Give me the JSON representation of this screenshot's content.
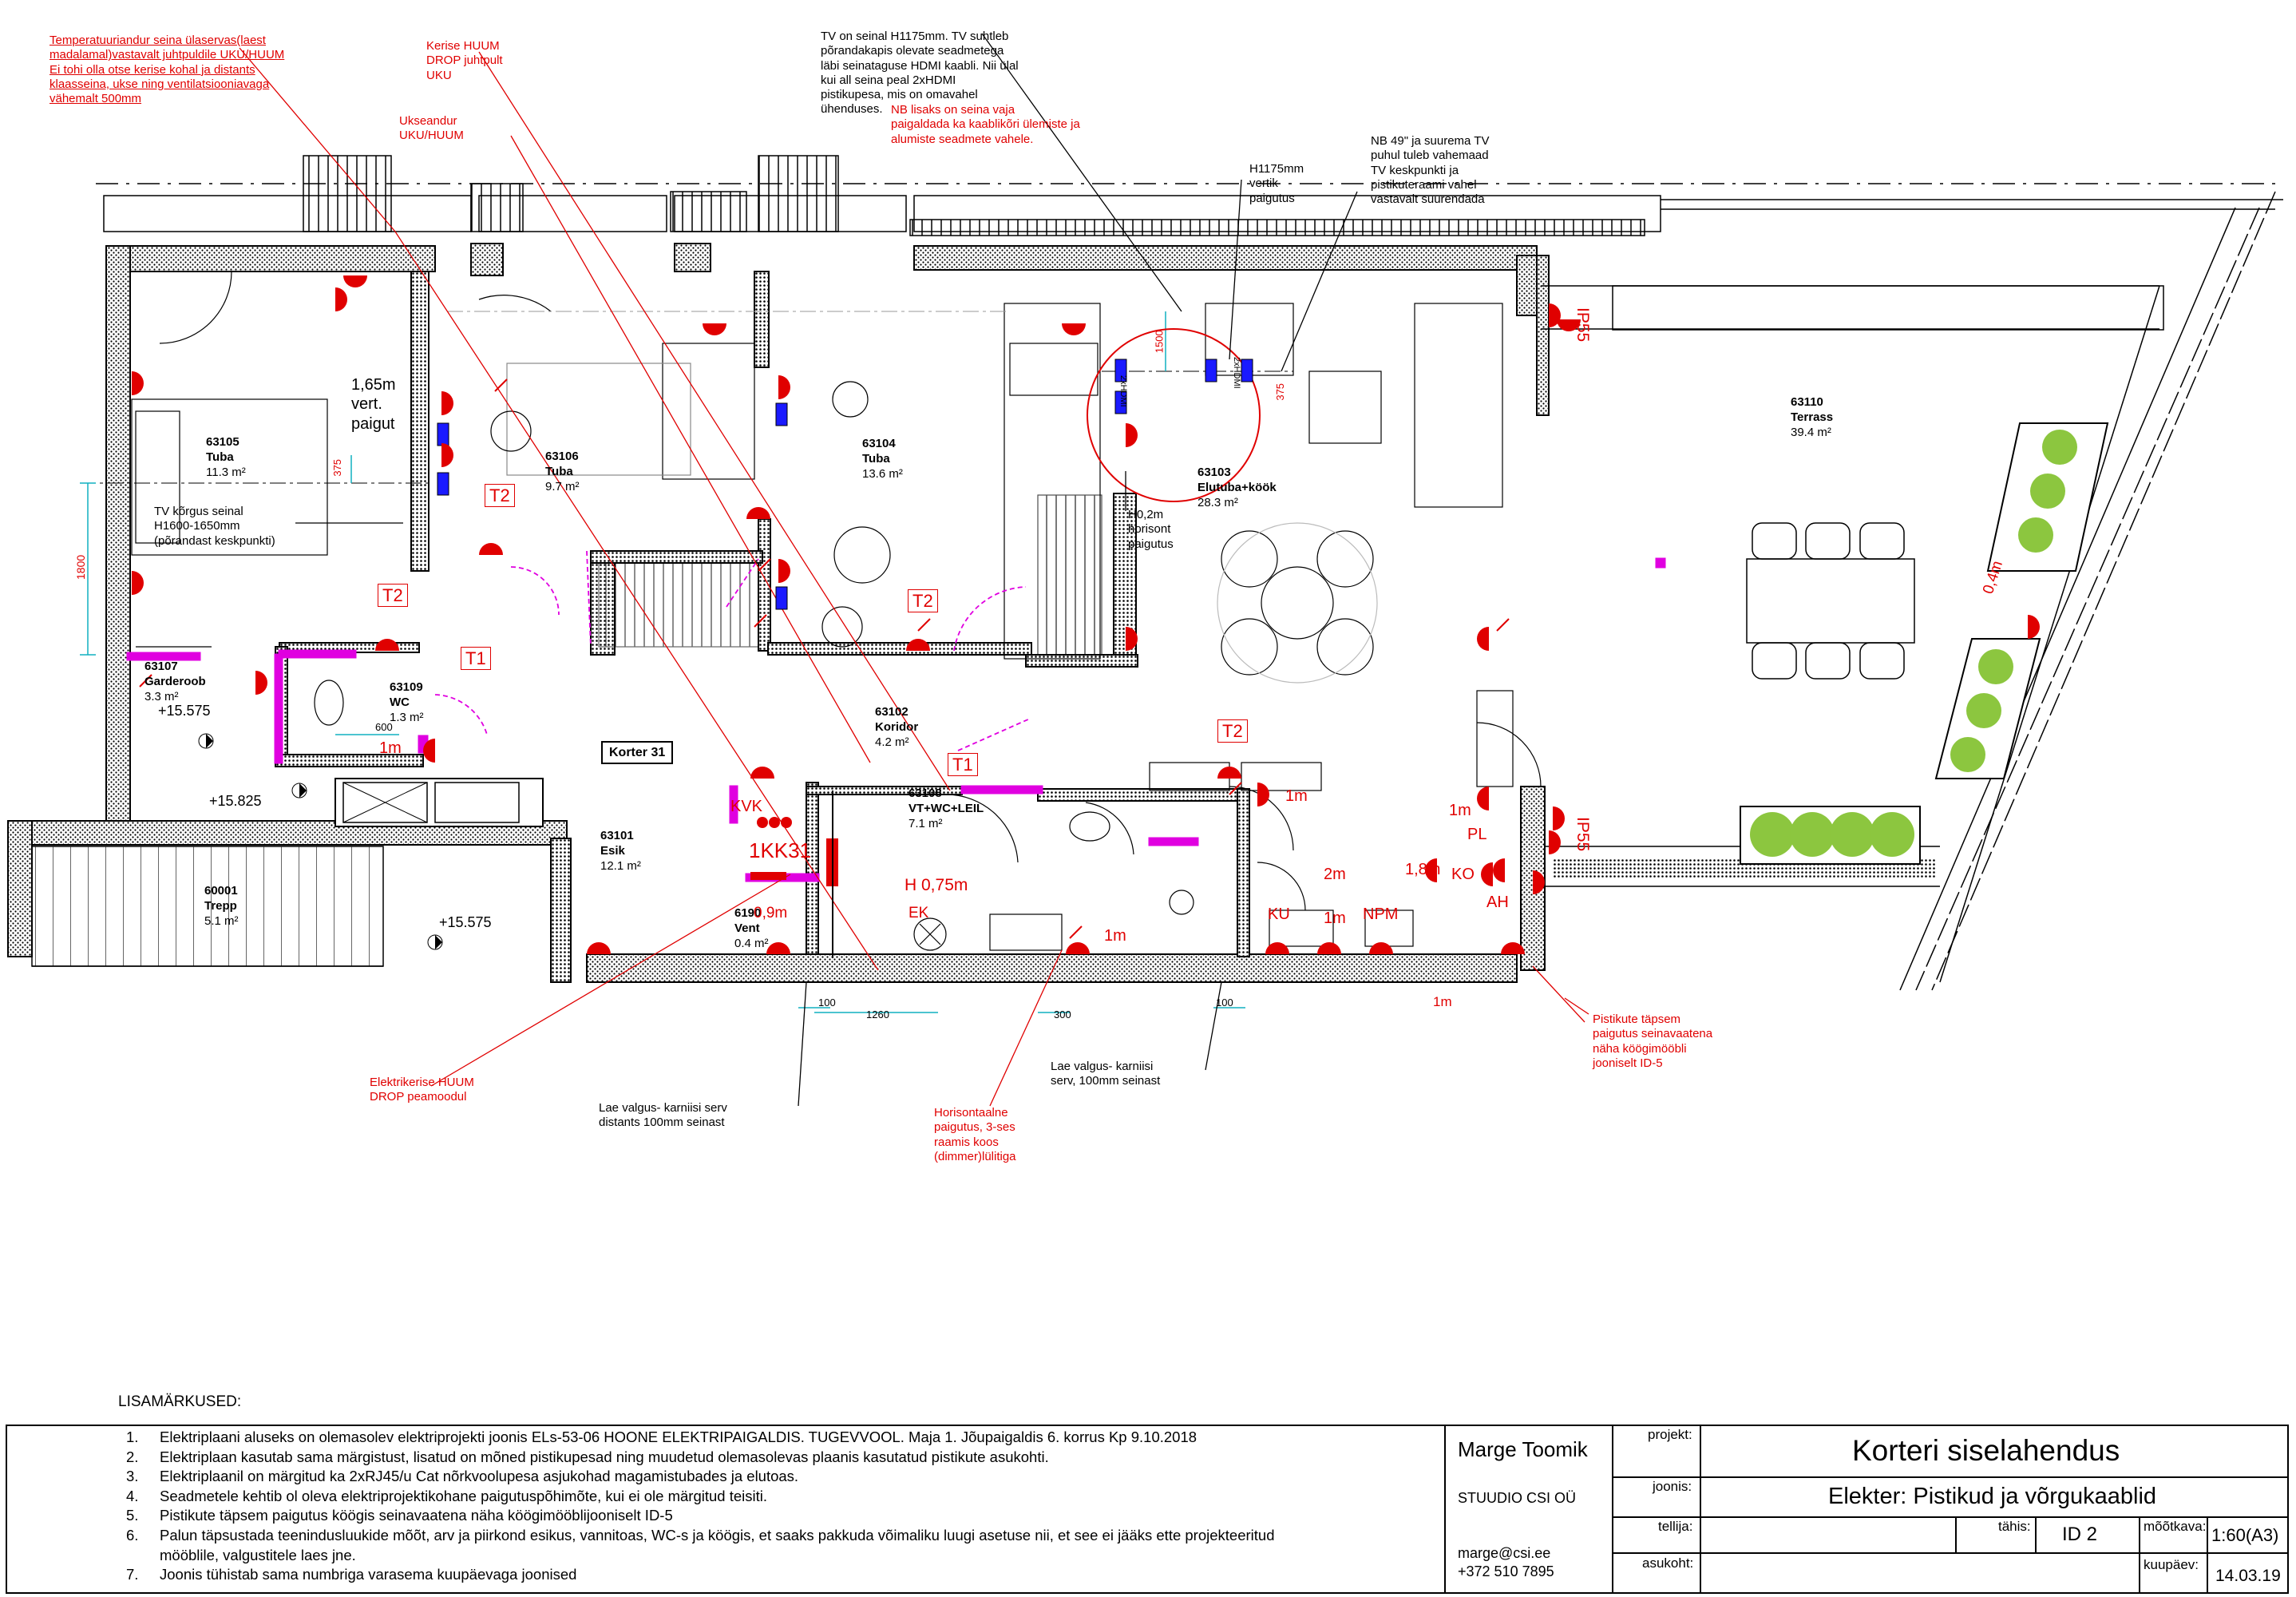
{
  "rooms": [
    {
      "id": "63105",
      "name": "Tuba",
      "area": "11.3 m²"
    },
    {
      "id": "63106",
      "name": "Tuba",
      "area": "9.7 m²"
    },
    {
      "id": "63104",
      "name": "Tuba",
      "area": "13.6 m²"
    },
    {
      "id": "63103",
      "name": "Elutuba+köök",
      "area": "28.3 m²"
    },
    {
      "id": "63110",
      "name": "Terrass",
      "area": "39.4 m²"
    },
    {
      "id": "63107",
      "name": "Garderoob",
      "area": "3.3 m²"
    },
    {
      "id": "63109",
      "name": "WC",
      "area": "1.3 m²"
    },
    {
      "id": "63102",
      "name": "Koridor",
      "area": "4.2 m²"
    },
    {
      "id": "63101",
      "name": "Esik",
      "area": "12.1 m²"
    },
    {
      "id": "63108",
      "name": "VT+WC+LEIL",
      "area": "7.1 m²"
    },
    {
      "id": "60001",
      "name": "Trepp",
      "area": "5.1 m²"
    },
    {
      "id": "6190",
      "name": "Vent",
      "area": "0.4 m²"
    }
  ],
  "apartment_label": "Korter 31",
  "annotations": {
    "temp_sensor": "Temperatuuriandur seina ülaservas(laest\nmadalamal)vastavalt juhtpuldile UKU/HUUM\nEi tohi olla otse kerise kohal ja distants\nklaasseina, ukse ning ventilatsiooniavaga\nvähemalt 500mm",
    "kerise_drop": "Kerise HUUM\nDROP juhtpult\nUKU",
    "ukseandur": "Ukseandur\nUKU/HUUM",
    "tv_note_black": "TV on seinal H1175mm. TV suhtleb\npõrandakapis olevate seadmetega\nläbi seinataguse HDMI kaabli. Nii ülal\nkui all seina peal 2xHDMI\npistikupesa, mis on omavahel\nühenduses.",
    "tv_note_red": "NB lisaks on seina vaja\npaigaldada ka kaablikõri ülemiste ja\nalumiste seadmete vahele.",
    "tv_49": "NB 49\" ja suurema TV\npuhul tuleb vahemaad\nTV keskpunkti ja\npistikuteraami vahel\nvastavalt suurendada",
    "h1175": "H1175mm\nvertik\npaigutus",
    "h02": "H0,2m\nhorisont\npaigutus",
    "tv_height": "TV kõrgus seinal\nH1600-1650mm\n(põrandast keskpunkti)",
    "vert_paigut": "1,65m\nvert.\npaigut",
    "elektrikeris": "Elektrikerise HUUM\nDROP peamoodul",
    "lae_valgus_1": "Lae valgus- karniisi serv\ndistants 100mm seinast",
    "horisontaalne": "Horisontaalne\npaigutus, 3-ses\nraamis koos\n(dimmer)lülitiga",
    "lae_valgus_2": "Lae valgus- karniisi\nserv, 100mm seinast",
    "pistikute": "Pistikute täpsem\npaigutus seinavaatena\nnäha köögimööbli\njooniselt ID-5"
  },
  "plan_labels": {
    "t1": "T1",
    "t2": "T2",
    "lvl_1": "+15.575",
    "lvl_2": "+15.825",
    "lvl_3": "+15.575",
    "kvk": "KVK",
    "kk31": "1KK31",
    "h075": "H 0,75m",
    "ek": "EK",
    "ku": "KU",
    "npm": "NPM",
    "pl": "PL",
    "ko": "KO",
    "ah": "AH",
    "ip55": "IP55",
    "ip55b": "IP55",
    "m1": "1m",
    "m2": "2m",
    "m09": "0,9m",
    "m18": "1,8m",
    "m04": "0,4m",
    "dim_375": "375",
    "dim_1800": "1800",
    "dim_1500": "1500",
    "dim_600": "600",
    "dim_100": "100",
    "dim_1260": "1260",
    "dim_300": "300",
    "hdmi": "2xHDMI"
  },
  "notes_title": "LISAMÄRKUSED:",
  "notes": [
    {
      "n": "1.",
      "text": "Elektriplaani aluseks on olemasolev elektriprojekti joonis  ELs-53-06 HOONE ELEKTRIPAIGALDIS. TUGEVVOOL. Maja 1. Jõupaigaldis 6. korrus Kp 9.10.2018"
    },
    {
      "n": "2.",
      "text": "Elektriplaan kasutab sama märgistust, lisatud on mõned pistikupesad ning muudetud olemasolevas plaanis kasutatud pistikute asukohti."
    },
    {
      "n": "3.",
      "text": "Elektriplaanil on märgitud ka 2xRJ45/u Cat nõrkvoolupesa asjukohad magamistubades ja elutoas."
    },
    {
      "n": "4.",
      "text": "Seadmetele kehtib ol oleva elektriprojektikohane paigutuspõhimõte, kui ei ole märgitud teisiti."
    },
    {
      "n": "5.",
      "text": "Pistikute täpsem paigutus köögis seinavaatena näha köögimööblijooniselt ID-5"
    },
    {
      "n": "6.",
      "text": "Palun täpsustada teenindusluukide mõõt,  arv ja piirkond esikus, vannitoas, WC-s ja köögis, et saaks pakkuda võimaliku luugi asetuse nii, et see ei jääks ette projekteeritud"
    },
    {
      "n": "",
      "text": "mööblile, valgustitele laes jne."
    },
    {
      "n": "7.",
      "text": "Joonis tühistab sama numbriga varasema kuupäevaga joonised"
    }
  ],
  "title_block": {
    "author": "Marge Toomik",
    "studio": "STUUDIO CSI OÜ",
    "email": "marge@csi.ee",
    "phone": "+372 510 7895",
    "projekt_label": "projekt:",
    "joonis_label": "joonis:",
    "tellija_label": "tellija:",
    "asukoht_label": "asukoht:",
    "tahis_label": "tähis:",
    "mootkava_label": "mõõtkava:",
    "kuupaev_label": "kuupäev:",
    "project": "Korteri siselahendus",
    "drawing": "Elekter: Pistikud ja võrgukaablid",
    "tahis": "ID 2",
    "mootkava": "1:60(A3)",
    "kuupaev": "14.03.19",
    "tellija": "",
    "asukoht": ""
  },
  "colors": {
    "outlet": "#e00000",
    "data_outlet": "#1a1aff",
    "wall_hatch": "#000000",
    "note_red": "#e00000",
    "magenta": "#e000e0",
    "plant": "#8cc63f"
  }
}
